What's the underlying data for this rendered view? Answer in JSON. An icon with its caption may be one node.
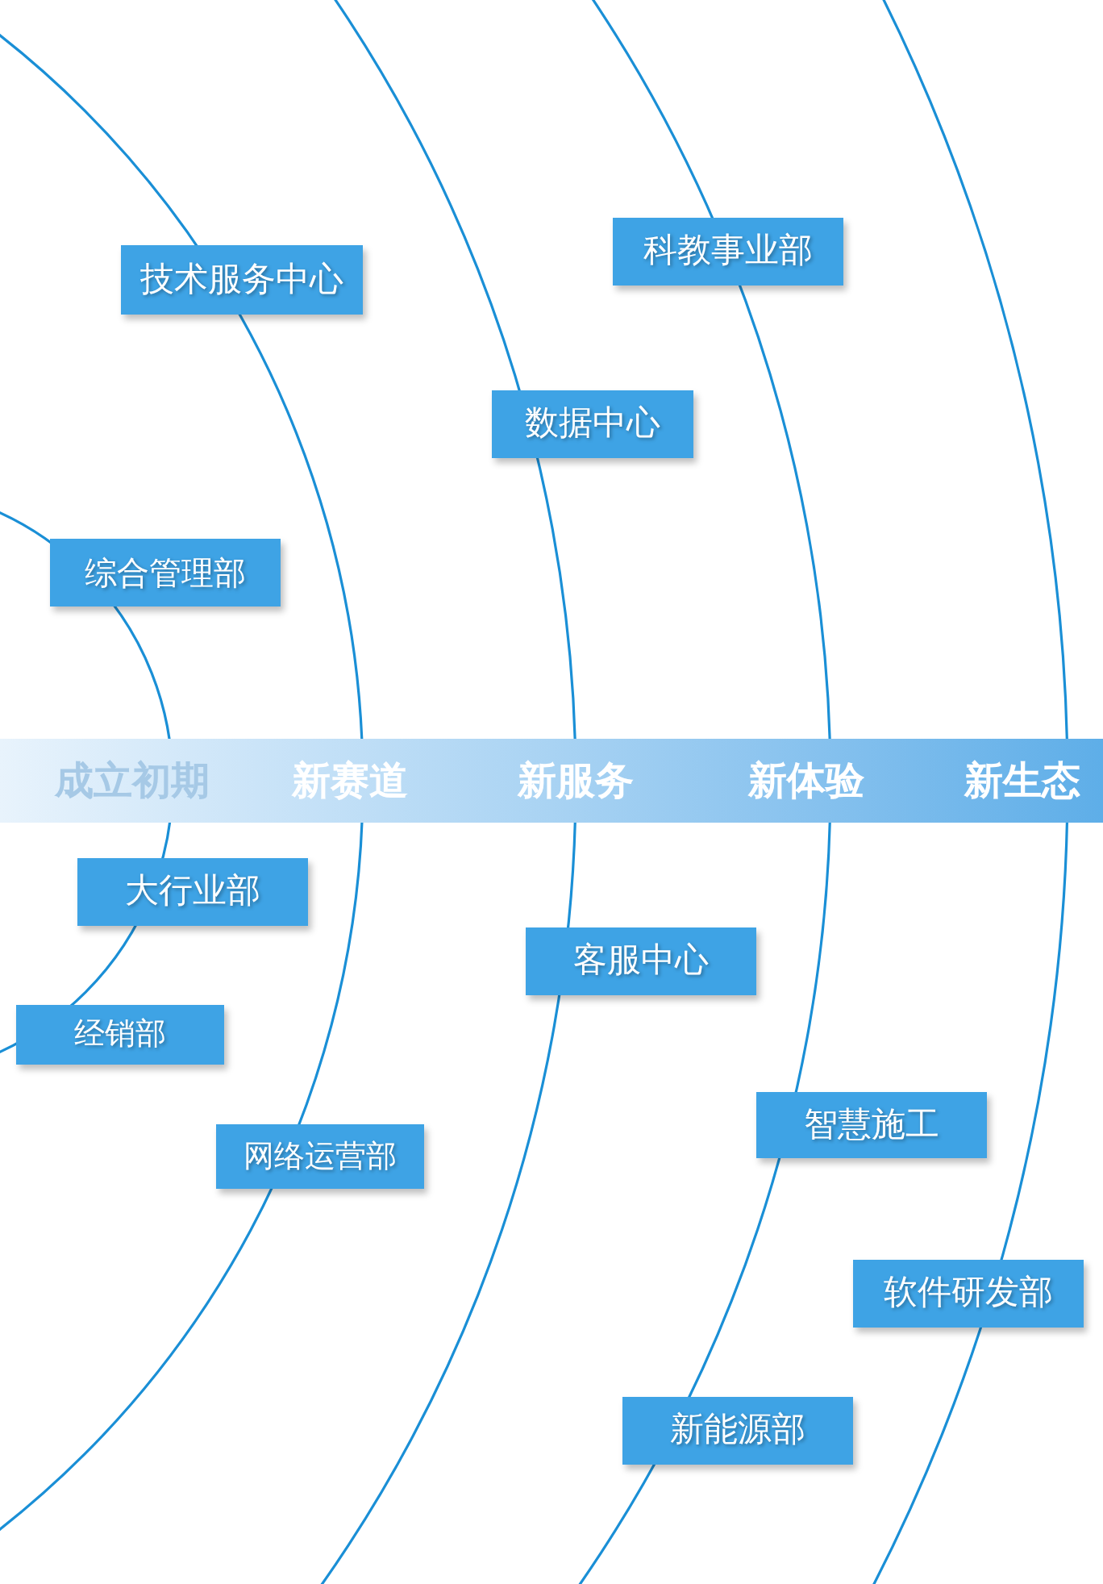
{
  "diagram": {
    "nodes": [
      {
        "text": [
          "技术服务中心"
        ]
      },
      {
        "text": [
          "科教事业部"
        ]
      },
      {
        "text": [
          "数据中心"
        ]
      },
      {
        "text": [
          "综合管理部"
        ]
      },
      {
        "text": [
          "成立初期",
          "新赛道",
          "新服务",
          "新体验",
          "新生态"
        ]
      },
      {
        "text": [
          "大行业部"
        ]
      },
      {
        "text": [
          "客服中心"
        ]
      },
      {
        "text": [
          "经销部"
        ]
      },
      {
        "text": [
          "网络运营部"
        ]
      },
      {
        "text": [
          "智慧施工"
        ]
      },
      {
        "text": [
          "软件研发部"
        ]
      },
      {
        "text": [
          "新能源部"
        ]
      }
    ]
  }
}
